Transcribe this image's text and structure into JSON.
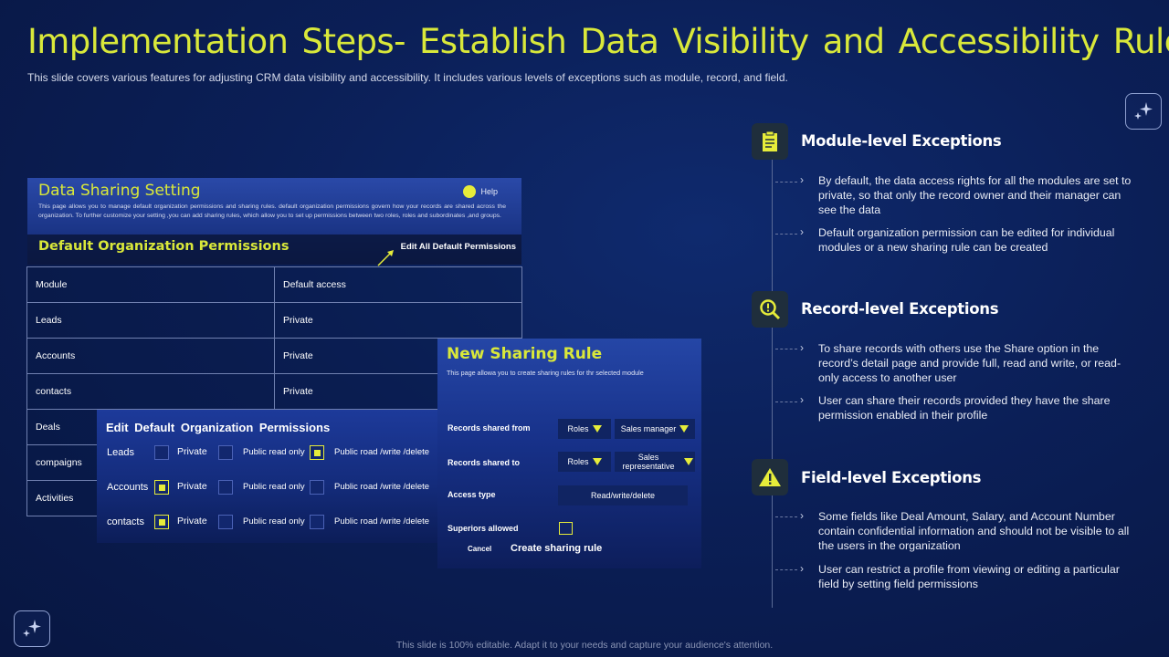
{
  "title": "Implementation Steps- Establish Data Visibility and Accessibility Rules",
  "subtitle": "This slide covers various features for adjusting CRM data visibility and accessibility. It includes various levels of exceptions such as module, record, and field.",
  "footer": "This slide is 100% editable. Adapt it to your needs and capture your audience's attention.",
  "data_sharing": {
    "title": "Data Sharing Setting",
    "help_label": "Help",
    "description": "This page allows you to manage default organization permissions and sharing rules. default organization permissions govern how your records are shared across the organization. To further customize your setting ,you can add sharing rules, which allow you to set up permissions between two roles, roles and subordinates ,and groups.",
    "dop_title": "Default Organization Permissions",
    "edit_all_label": "Edit All  Default Permissions"
  },
  "table": {
    "headers": [
      "Module",
      "Default access"
    ],
    "rows": [
      [
        "Leads",
        "Private"
      ],
      [
        "Accounts",
        "Private"
      ],
      [
        "contacts",
        "Private"
      ],
      [
        "Deals",
        ""
      ],
      [
        "compaigns",
        ""
      ],
      [
        "Activities",
        ""
      ]
    ]
  },
  "edit_panel": {
    "title": "Edit  Default  Organization  Permissions",
    "options": [
      "Private",
      "Public read only",
      "Public road /write /delete"
    ],
    "rows": [
      {
        "label": "Leads",
        "checked": [
          false,
          false,
          true
        ]
      },
      {
        "label": "Accounts",
        "checked": [
          true,
          false,
          false
        ]
      },
      {
        "label": "contacts",
        "checked": [
          true,
          false,
          false
        ]
      }
    ]
  },
  "sharing_rule": {
    "title": "New Sharing Rule",
    "description": "This page allowa you to create sharing rules for thr selected  module",
    "records_from_label": "Records shared from",
    "records_from_role": "Roles",
    "records_from_value": "Sales manager",
    "records_to_label": "Records shared to",
    "records_to_role": "Roles",
    "records_to_value": "Sales representative",
    "access_type_label": "Access  type",
    "access_type_value": "Read/write/delete",
    "superiors_label": "Superiors allowed",
    "cancel_label": "Cancel",
    "create_label": "Create sharing rule"
  },
  "sections": [
    {
      "title": "Module-level Exceptions",
      "icon": "clipboard-icon",
      "bullets": [
        "By default, the data access rights for all the modules are set to private,  so that only the record  owner  and their manager  can see the data",
        "Default  organization  permission  can be edited for individual  modules or a new sharing rule can be created"
      ]
    },
    {
      "title": "Record-level Exceptions",
      "icon": "magnifier-icon",
      "bullets": [
        "To share records with others use the Share option in the record’s detail page and provide  full, read and write,  or read-only  access to another user",
        "User can share their records provided  they have  the share permission enabled  in their profile"
      ]
    },
    {
      "title": "Field-level Exceptions",
      "icon": "warning-icon",
      "bullets": [
        "Some fields like Deal Amount, Salary, and Account Number contain confidential information and should not be visible  to all the users in the organization",
        "User can restrict a profile from viewing  or editing a particular field by setting field permissions"
      ]
    }
  ],
  "colors": {
    "accent": "#d9e83a",
    "background": "#0b1f57",
    "panel": "#1b3587"
  }
}
